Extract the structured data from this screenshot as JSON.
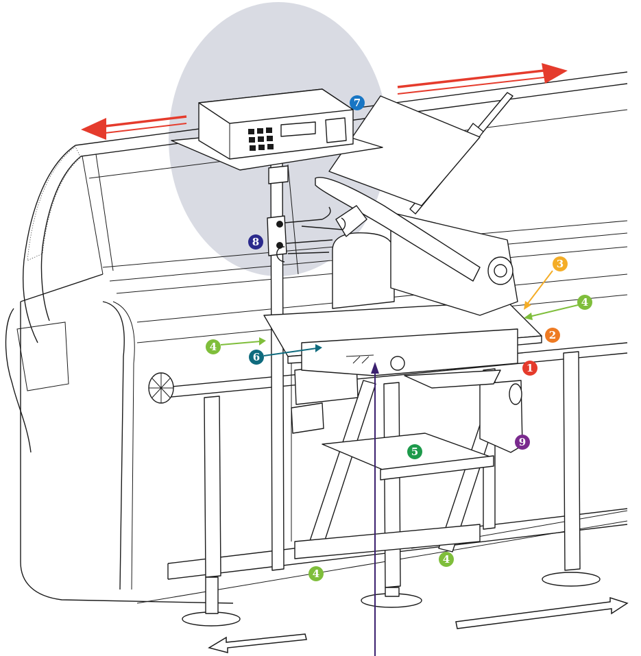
{
  "diagram": {
    "colors": {
      "red": "#e53b2c",
      "orange": "#ee7a22",
      "yellow": "#f4ad27",
      "green_light": "#7fbe3b",
      "green_dark": "#1d9a4b",
      "teal": "#0f6b7e",
      "blue": "#1876c4",
      "navy": "#2b2a8c",
      "purple": "#7a2a8e",
      "line": "#1a1a1a",
      "highlight": "#d9dbe3"
    },
    "markers": [
      {
        "id": "m1",
        "label": "1",
        "color": "#e53b2c"
      },
      {
        "id": "m2",
        "label": "2",
        "color": "#ee7a22"
      },
      {
        "id": "m3",
        "label": "3",
        "color": "#f4ad27"
      },
      {
        "id": "m4a",
        "label": "4",
        "color": "#7fbe3b"
      },
      {
        "id": "m4b",
        "label": "4",
        "color": "#7fbe3b"
      },
      {
        "id": "m4c",
        "label": "4",
        "color": "#7fbe3b"
      },
      {
        "id": "m4d",
        "label": "4",
        "color": "#7fbe3b"
      },
      {
        "id": "m5",
        "label": "5",
        "color": "#1d9a4b"
      },
      {
        "id": "m6",
        "label": "6",
        "color": "#0f6b7e"
      },
      {
        "id": "m7",
        "label": "7",
        "color": "#1876c4"
      },
      {
        "id": "m8",
        "label": "8",
        "color": "#2b2a8c"
      },
      {
        "id": "m9",
        "label": "9",
        "color": "#7a2a8e"
      }
    ]
  }
}
